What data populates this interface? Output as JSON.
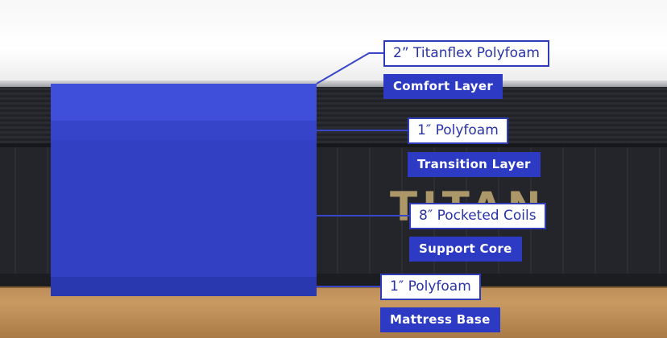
{
  "brand": {
    "text": "TITAN"
  },
  "layers": [
    {
      "thickness": "2” Titanflex Polyfoam",
      "name": "Comfort Layer"
    },
    {
      "thickness": "1″ Polyfoam",
      "name": "Transition Layer"
    },
    {
      "thickness": "8″ Pocketed Coils",
      "name": "Support Core"
    },
    {
      "thickness": "1″ Polyfoam",
      "name": "Mattress Base"
    }
  ],
  "colors": {
    "accent_blue": "#2d3ac4",
    "label_border": "#2f3cb8",
    "label_text": "#2933a8"
  }
}
